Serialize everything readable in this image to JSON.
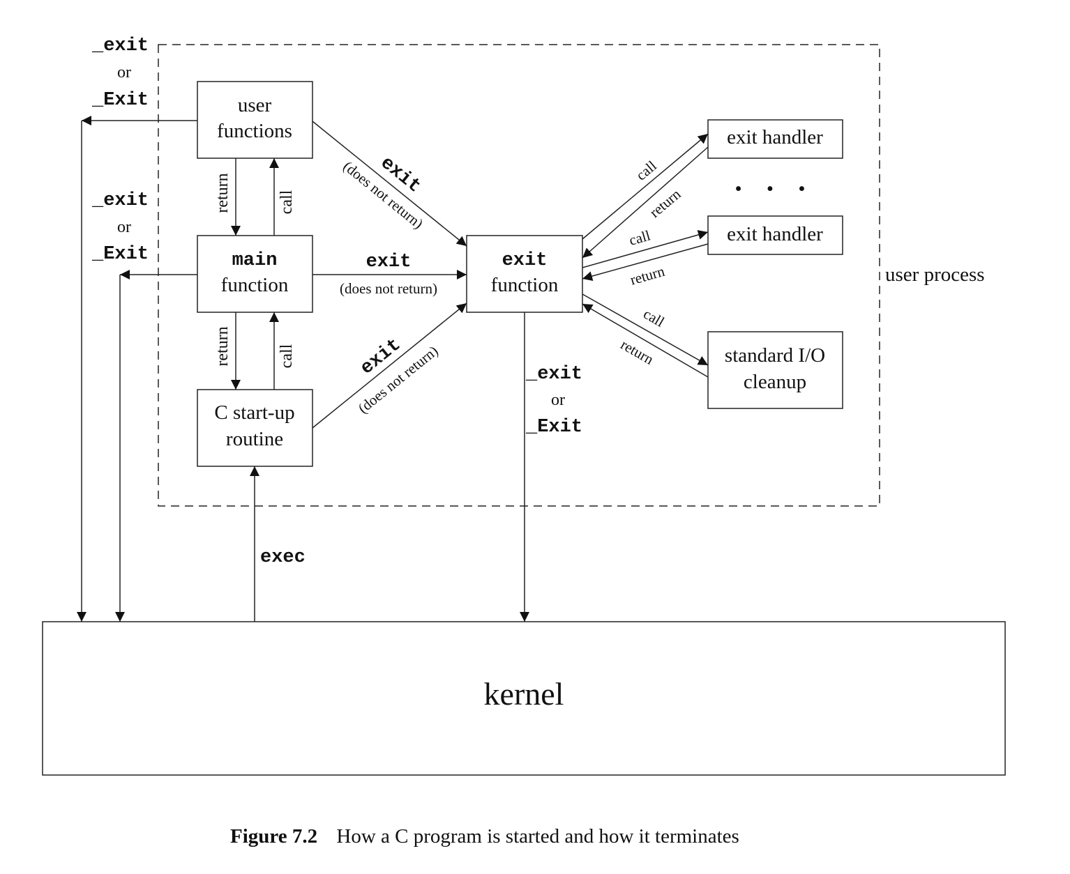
{
  "diagram": {
    "boxes": {
      "user_functions": [
        "user",
        "functions"
      ],
      "main_function": [
        "main",
        "function"
      ],
      "startup_routine": [
        "C start-up",
        "routine"
      ],
      "exit_function": [
        "exit",
        "function"
      ],
      "exit_handler_1": "exit handler",
      "exit_handler_2": "exit handler",
      "stdio_cleanup": [
        "standard I/O",
        "cleanup"
      ],
      "kernel": "kernel"
    },
    "region_label": "user process",
    "ellipsis": "• • •",
    "labels": {
      "left_exit_1": [
        "_exit",
        "or",
        "_Exit"
      ],
      "left_exit_2": [
        "_exit",
        "or",
        "_Exit"
      ],
      "mid_exit": [
        "_exit",
        "or",
        "_Exit"
      ],
      "return": "return",
      "call": "call",
      "exit": "exit",
      "does_not_return": "(does not return)",
      "exec": "exec"
    },
    "caption": {
      "number": "Figure 7.2",
      "text": "How a C program is started and how it terminates"
    }
  }
}
